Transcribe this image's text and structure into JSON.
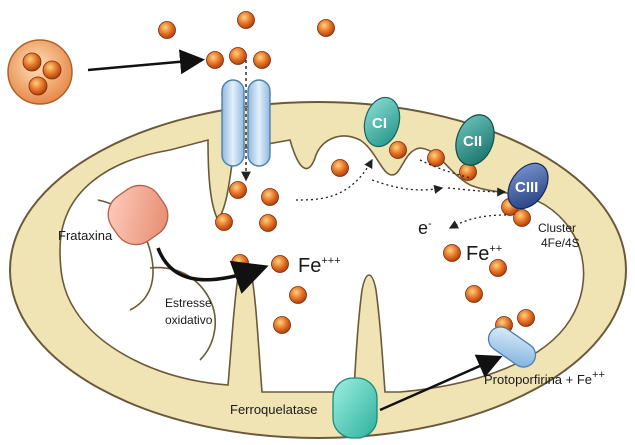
{
  "labels": {
    "frataxina": "Frataxina",
    "estresse_line1": "Estresse",
    "estresse_line2": "oxidativo",
    "fe3_base": "Fe",
    "fe3_charge": "+++",
    "fe2_base": "Fe",
    "fe2_charge": "++",
    "electron_base": "e",
    "electron_charge": "-",
    "cluster_line1": "Cluster",
    "cluster_line2": "4Fe/4S",
    "ferroquelatase": "Ferroquelatase",
    "protoporfirina_base": "Protoporfirina + Fe",
    "protoporfirina_charge": "++",
    "complex_1": "CI",
    "complex_2": "CII",
    "complex_3": "CIII"
  },
  "colors": {
    "mito_fill": "#efe2b0",
    "membrane_stroke": "#6b5a3a",
    "iron_outer": "#e0722a",
    "iron_inner": "#b84510",
    "channel": "#b9d6f0",
    "complex_teal": "#3fb3a8",
    "complex_blue": "#2f4f9c",
    "frataxina": "#f0b39a",
    "ferroquelatase": "#5fd0bc"
  }
}
